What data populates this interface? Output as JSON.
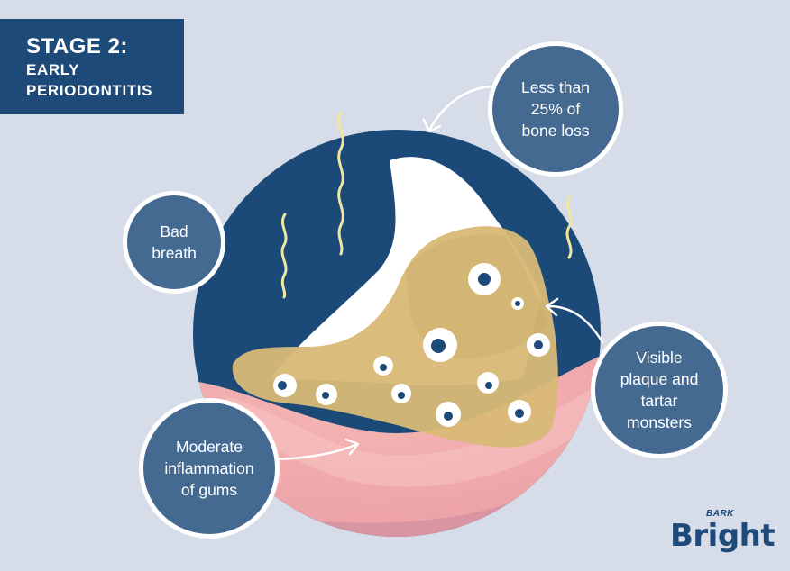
{
  "title": {
    "stage": "STAGE 2:",
    "line1": "EARLY",
    "line2": "PERIODONTITIS"
  },
  "callouts": {
    "bone_loss": [
      "Less than",
      "25% of",
      "bone loss"
    ],
    "bad_breath": [
      "Bad",
      "breath"
    ],
    "plaque": [
      "Visible",
      "plaque and",
      "tartar",
      "monsters"
    ],
    "gums": [
      "Moderate",
      "inflammation",
      "of gums"
    ]
  },
  "logo": {
    "small": "BARK",
    "main": "Bright"
  },
  "colors": {
    "background": "#d7dde8",
    "title_box": "#1d4a79",
    "circle": "#1b4a78",
    "callout_fill": "#456a92",
    "tooth": "#ffffff",
    "plaque": "#d8b976",
    "gum": "#f2a9a9",
    "odor_squiggle": "#f0e6a0"
  },
  "icons": [
    "odor-squiggle-icon",
    "eyeball-icon",
    "arrow-icon"
  ]
}
